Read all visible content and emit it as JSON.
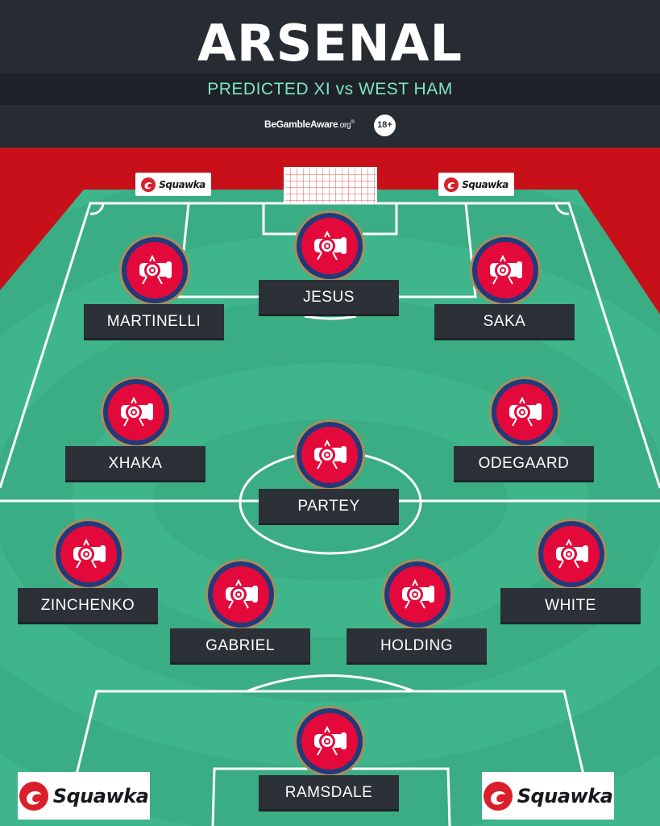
{
  "header": {
    "team": "ARSENAL",
    "subtitle": "PREDICTED XI vs WEST HAM",
    "gamble_aware": {
      "brand": "BeGambleAware",
      "suffix": ".org",
      "mark": "®"
    },
    "age_badge": "18+"
  },
  "branding": {
    "logo_text": "Squawka"
  },
  "colors": {
    "header_bg": "#272c33",
    "subtitle": "#7ee6c3",
    "background_red": "#c8101a",
    "pitch_green": "#3fb58b",
    "nameplate": "#2c3137",
    "badge_red": "#e30a3b",
    "badge_navy": "#223a7a",
    "badge_gold": "#a88d58"
  },
  "players": [
    {
      "name": "JESUS",
      "position": "forward"
    },
    {
      "name": "MARTINELLI",
      "position": "forward"
    },
    {
      "name": "SAKA",
      "position": "forward"
    },
    {
      "name": "XHAKA",
      "position": "midfielder"
    },
    {
      "name": "ODEGAARD",
      "position": "midfielder"
    },
    {
      "name": "PARTEY",
      "position": "midfielder"
    },
    {
      "name": "ZINCHENKO",
      "position": "defender"
    },
    {
      "name": "WHITE",
      "position": "defender"
    },
    {
      "name": "GABRIEL",
      "position": "defender"
    },
    {
      "name": "HOLDING",
      "position": "defender"
    },
    {
      "name": "RAMSDALE",
      "position": "goalkeeper"
    }
  ],
  "badge_icon": "cannon-crest-icon"
}
